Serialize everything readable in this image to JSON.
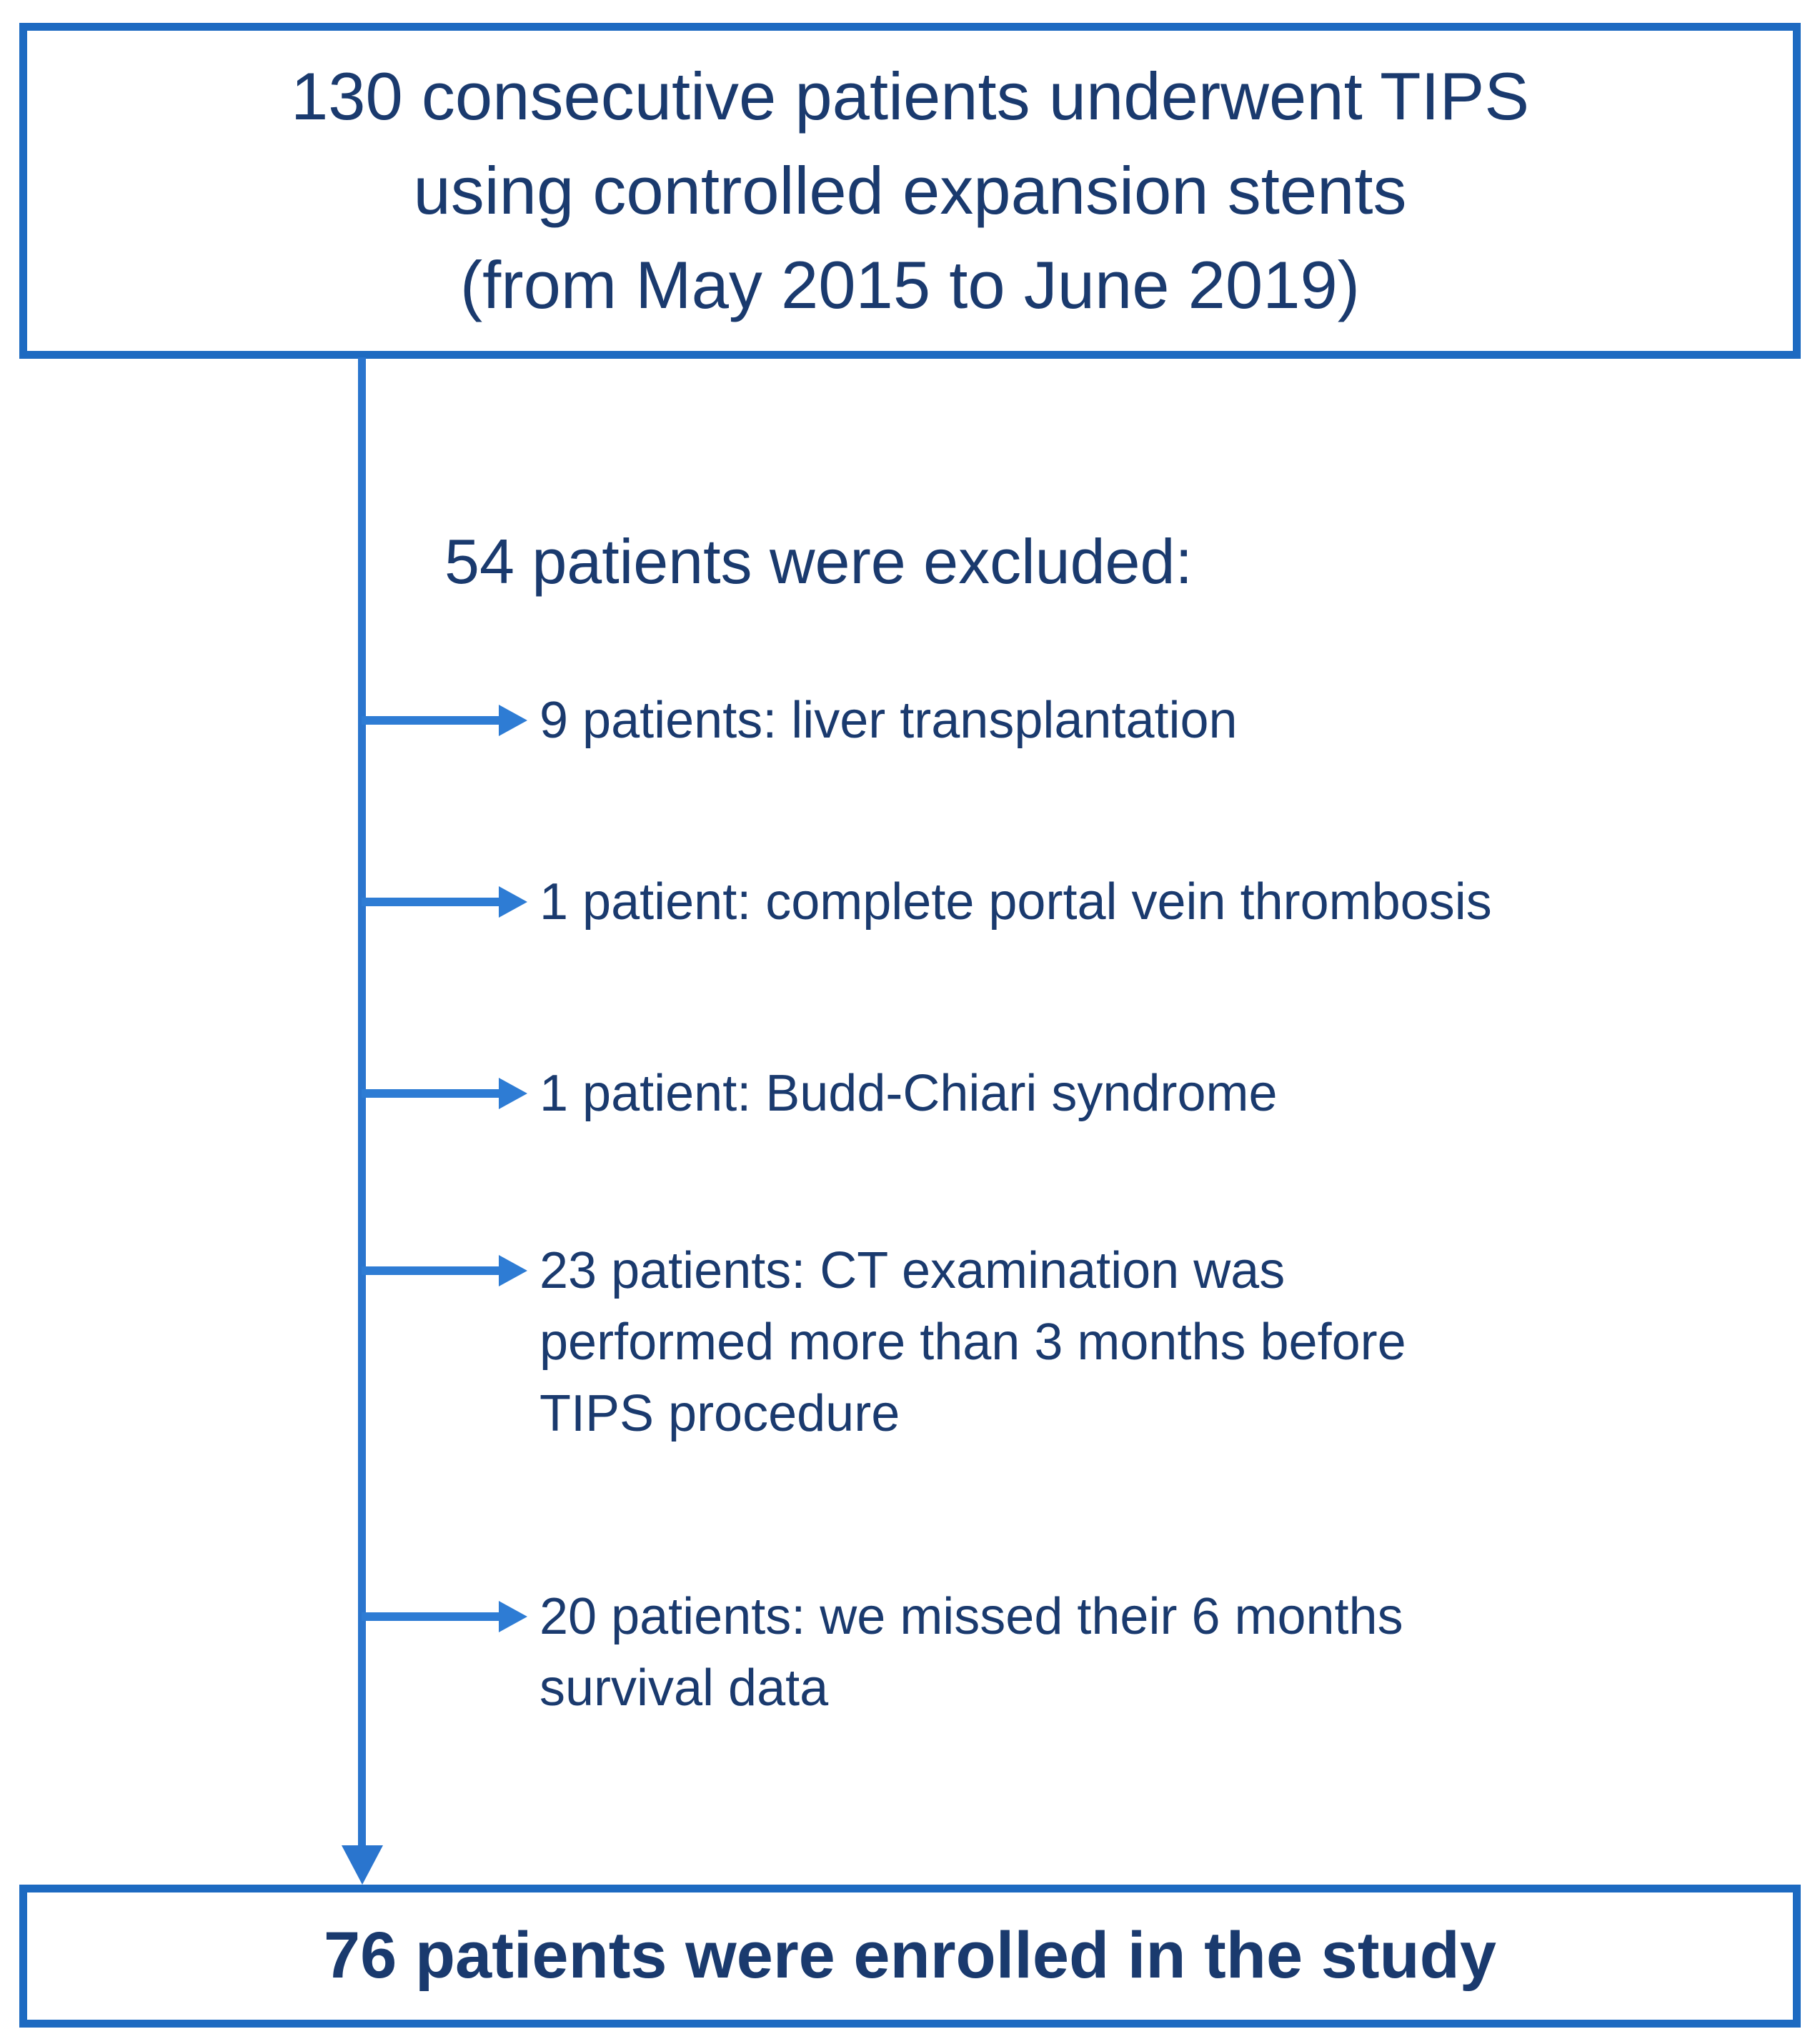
{
  "colors": {
    "border_blue": "#1d6ac1",
    "line_blue": "#2a75ce",
    "arrow_blue": "#2e7cd4",
    "text_navy": "#1a3a6e"
  },
  "flow": {
    "top_box": {
      "lines": [
        "130 consecutive patients underwent TIPS",
        "using controlled expansion stents",
        "(from May 2015 to June 2019)"
      ]
    },
    "excluded_heading": "54 patients were excluded:",
    "exclusions": [
      {
        "lines": [
          "9 patients: liver transplantation"
        ]
      },
      {
        "lines": [
          "1 patient: complete portal vein thrombosis"
        ]
      },
      {
        "lines": [
          "1 patient: Budd-Chiari syndrome"
        ]
      },
      {
        "lines": [
          "23 patients: CT examination was",
          "performed more than 3 months before",
          "TIPS procedure"
        ]
      },
      {
        "lines": [
          "20 patients: we missed their 6 months",
          "survival data"
        ]
      }
    ],
    "bottom_box": {
      "text": "76 patients were enrolled in the study"
    }
  }
}
